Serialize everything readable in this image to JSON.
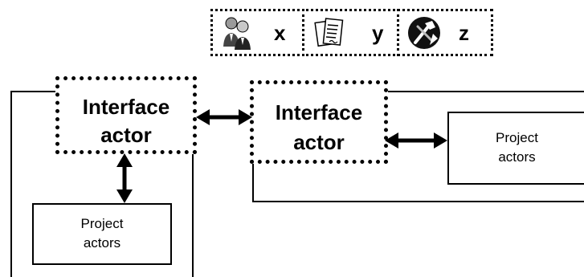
{
  "legend": {
    "items": [
      {
        "icon": "people-icon",
        "letter": "x"
      },
      {
        "icon": "documents-icon",
        "letter": "y"
      },
      {
        "icon": "tools-icon",
        "letter": "z"
      }
    ]
  },
  "interface_actors": [
    {
      "label_line1": "Interface",
      "label_line2": "actor"
    },
    {
      "label_line1": "Interface",
      "label_line2": "actor"
    }
  ],
  "project_actors": [
    {
      "label_line1": "Project",
      "label_line2": "actors"
    },
    {
      "label_line1": "Project",
      "label_line2": "actors"
    }
  ],
  "colors": {
    "stroke": "#000000",
    "background": "#ffffff"
  }
}
